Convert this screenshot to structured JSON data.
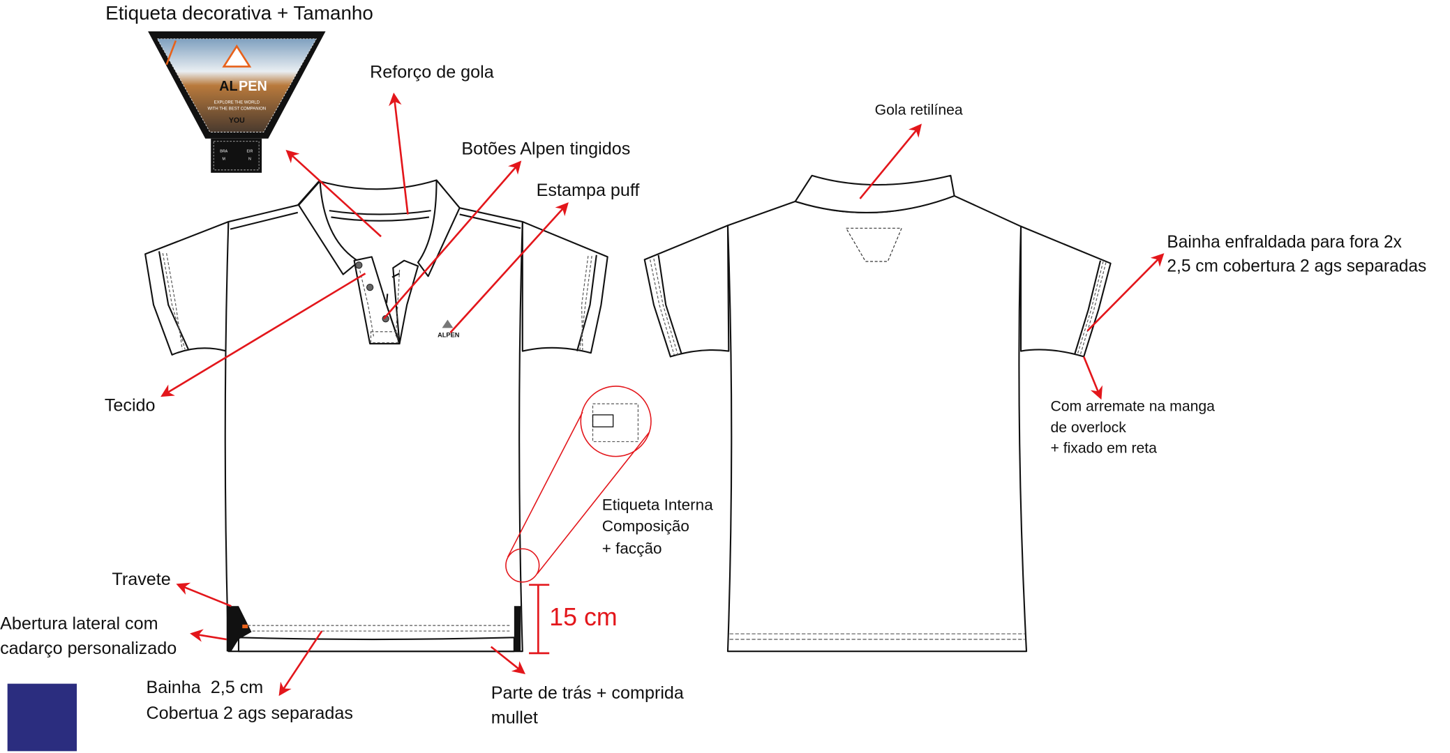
{
  "labels": {
    "etiqueta_decorativa": "Etiqueta decorativa + Tamanho",
    "reforco_gola": "Reforço de gola",
    "botoes": "Botões Alpen tingidos",
    "estampa": "Estampa puff",
    "tecido": "Tecido",
    "gola_retilinea": "Gola retilínea",
    "bainha_manga": [
      "Bainha enfraldada para fora 2x",
      "2,5 cm cobertura 2 ags separadas"
    ],
    "arremate": [
      "Com arremate na manga",
      "de overlock",
      "+ fixado em reta"
    ],
    "etiqueta_interna": [
      "Etiqueta Interna",
      "Composição",
      "+ facção"
    ],
    "travete": "Travete",
    "abertura": [
      "Abertura lateral com",
      "cadarço personalizado"
    ],
    "bainha": [
      "Bainha  2,5 cm",
      "Cobertua 2 ags separadas"
    ],
    "parte_tras": [
      "Parte de trás + comprida",
      "mullet"
    ],
    "medida": "15 cm"
  },
  "tag_artwork": {
    "brand": "ALPEN",
    "brand_accent": "AL",
    "brand_rest": "PEN",
    "tagline": [
      "EXPLORE THE WORLD",
      "WITH THE BEST COMPANION"
    ],
    "you": "YOU",
    "size_tab": [
      "BRA",
      "M",
      "EIR",
      "N"
    ]
  },
  "chest_logo": "ALPEN",
  "colors": {
    "annotation": "#e3161b",
    "fabric_swatch": "#2b2d7f",
    "accent_orange": "#e8611a"
  }
}
